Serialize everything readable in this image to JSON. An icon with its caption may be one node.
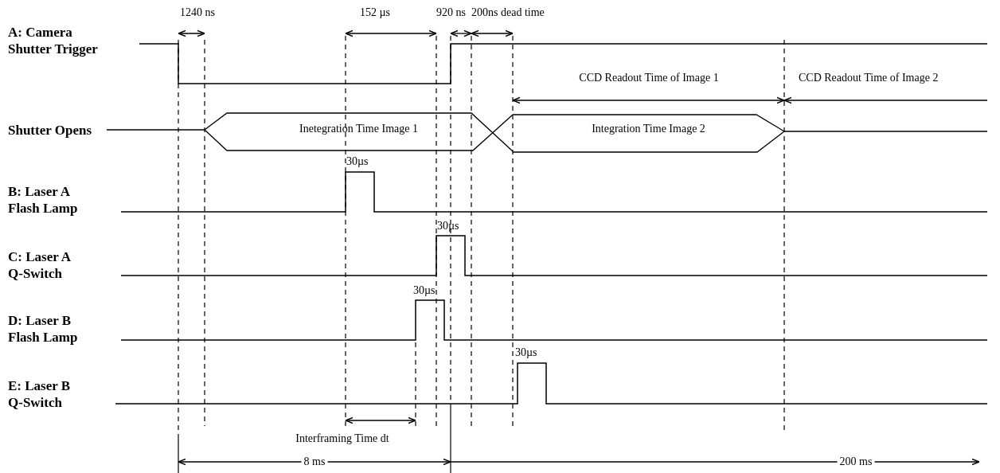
{
  "diagram": {
    "nodes": [
      {
        "text": [
          "Inetegration Time Image 1"
        ]
      },
      {
        "text": [
          "Integration Time Image 2"
        ]
      }
    ],
    "labels": [
      "1240 ns",
      "152 µs",
      "920 ns",
      "200ns dead time",
      "A: Camera Shutter Trigger",
      "CCD Readout Time of Image 1",
      "CCD Readout Time of Image 2",
      "Shutter Opens",
      "30µs",
      "B: Laser A Flash Lamp",
      "30µs",
      "C: Laser A Q-Switch",
      "30µs",
      "D: Laser B Flash Lamp",
      "30µs",
      "E: Laser B Q-Switch",
      "Interframing Time dt",
      "8 ms",
      "200 ms"
    ]
  }
}
